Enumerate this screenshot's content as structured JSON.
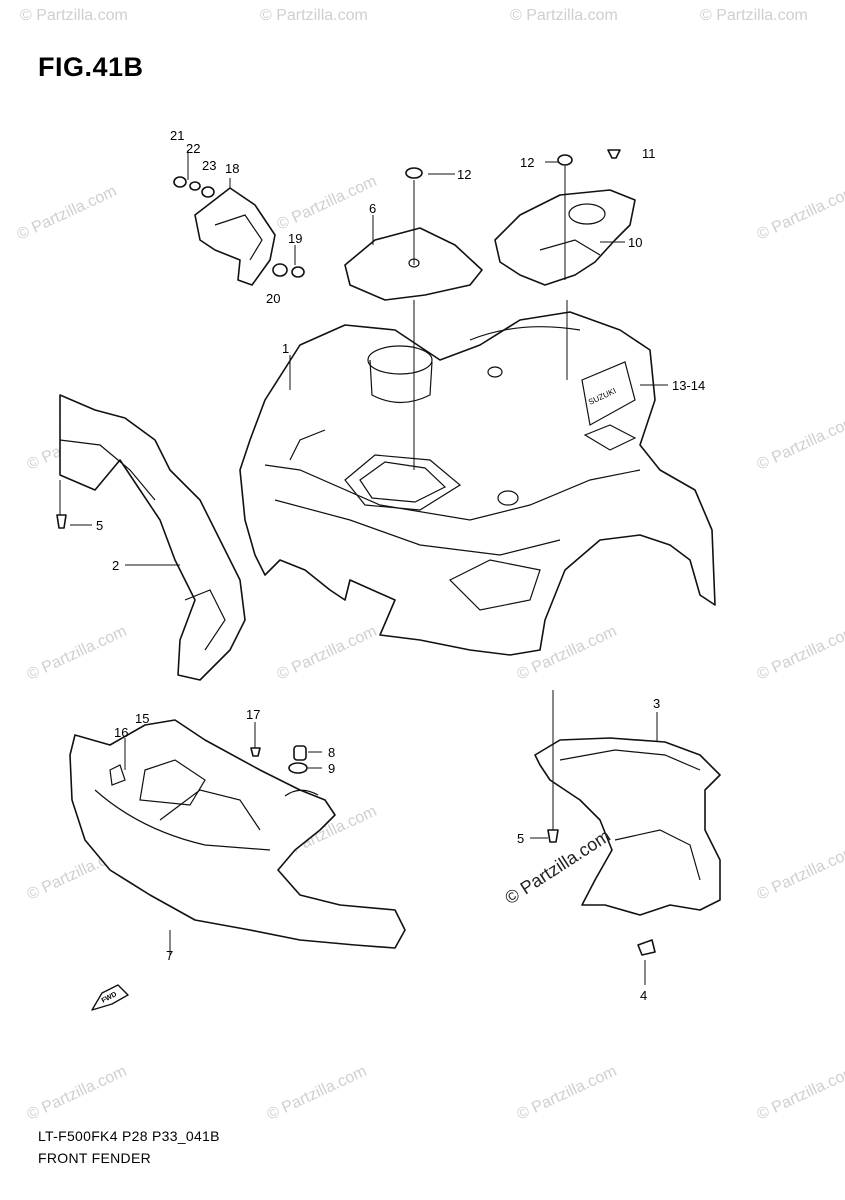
{
  "figure": {
    "title": "FIG.41B",
    "footer_code": "LT-F500FK4 P28 P33_041B",
    "footer_name": "FRONT FENDER"
  },
  "callouts": {
    "c1": "1",
    "c2": "2",
    "c3": "3",
    "c4": "4",
    "c5a": "5",
    "c5b": "5",
    "c6": "6",
    "c7": "7",
    "c8": "8",
    "c9": "9",
    "c10": "10",
    "c11": "11",
    "c12a": "12",
    "c12b": "12",
    "c13_14": "13-14",
    "c15": "15",
    "c16": "16",
    "c17": "17",
    "c18": "18",
    "c19": "19",
    "c20": "20",
    "c21": "21",
    "c22": "22",
    "c23": "23"
  },
  "watermark": {
    "text": "© Partzilla.com"
  },
  "icons": {
    "fwd_arrow": "FWD"
  }
}
